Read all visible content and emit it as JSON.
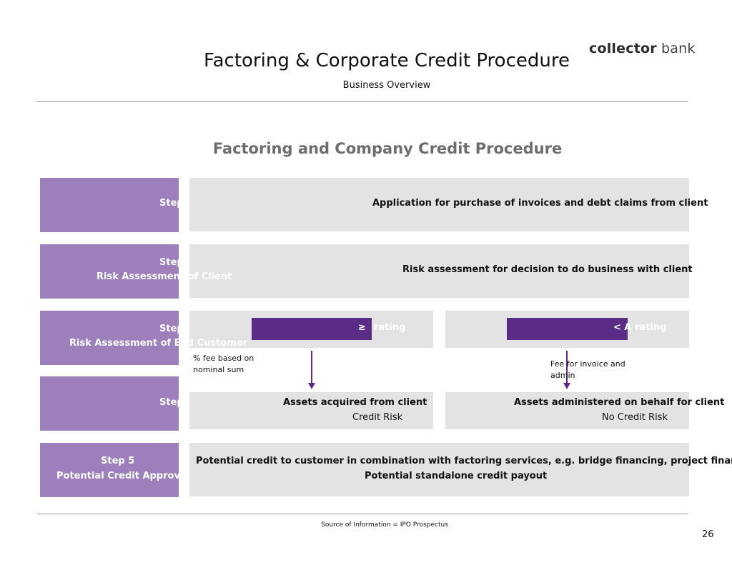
{
  "header": {
    "title": "Factoring & Corporate Credit Procedure",
    "subtitle": "Business Overview",
    "logo_bold": "collector",
    "logo_light": "bank"
  },
  "section_title": "Factoring and Company Credit Procedure",
  "steps": [
    {
      "line1": "Step",
      "line2": ""
    },
    {
      "line1": "Step",
      "line2": "Risk Assessment of Client"
    },
    {
      "line1": "Step",
      "line2": "Risk Assessment of End Customer"
    },
    {
      "line1": "Step",
      "line2": ""
    },
    {
      "line1": "Step 5",
      "line2": "Potential Credit Approval"
    }
  ],
  "rows": {
    "row1": "Application for purchase of invoices and debt claims from client",
    "row2": "Risk assessment for decision to do business with client",
    "row3_left_bar": "≥",
    "row3_left_bar_tail": "rating",
    "row3_right_bar": "< A rating",
    "row3_left_note": "% fee based on nominal sum",
    "row3_right_note": "Fee for invoice and admin",
    "row4_left_bold": "Assets acquired from client",
    "row4_left_sub": "Credit Risk",
    "row4_right_bold": "Assets administered on behalf for client",
    "row4_right_sub": "No Credit Risk",
    "row5_line1": "Potential credit to customer in combination with factoring services, e.g. bridge financing, project financing",
    "row5_line2": "Potential standalone credit payout"
  },
  "footer": {
    "source": "Source of Information = IPO Prospectus",
    "page_number": "26"
  },
  "colors": {
    "step_box": "#9d7fbb",
    "content_box": "#e3e3e3",
    "bar": "#5b2c86",
    "arrow": "#5b2c86",
    "section_title": "#6d6d6d"
  }
}
